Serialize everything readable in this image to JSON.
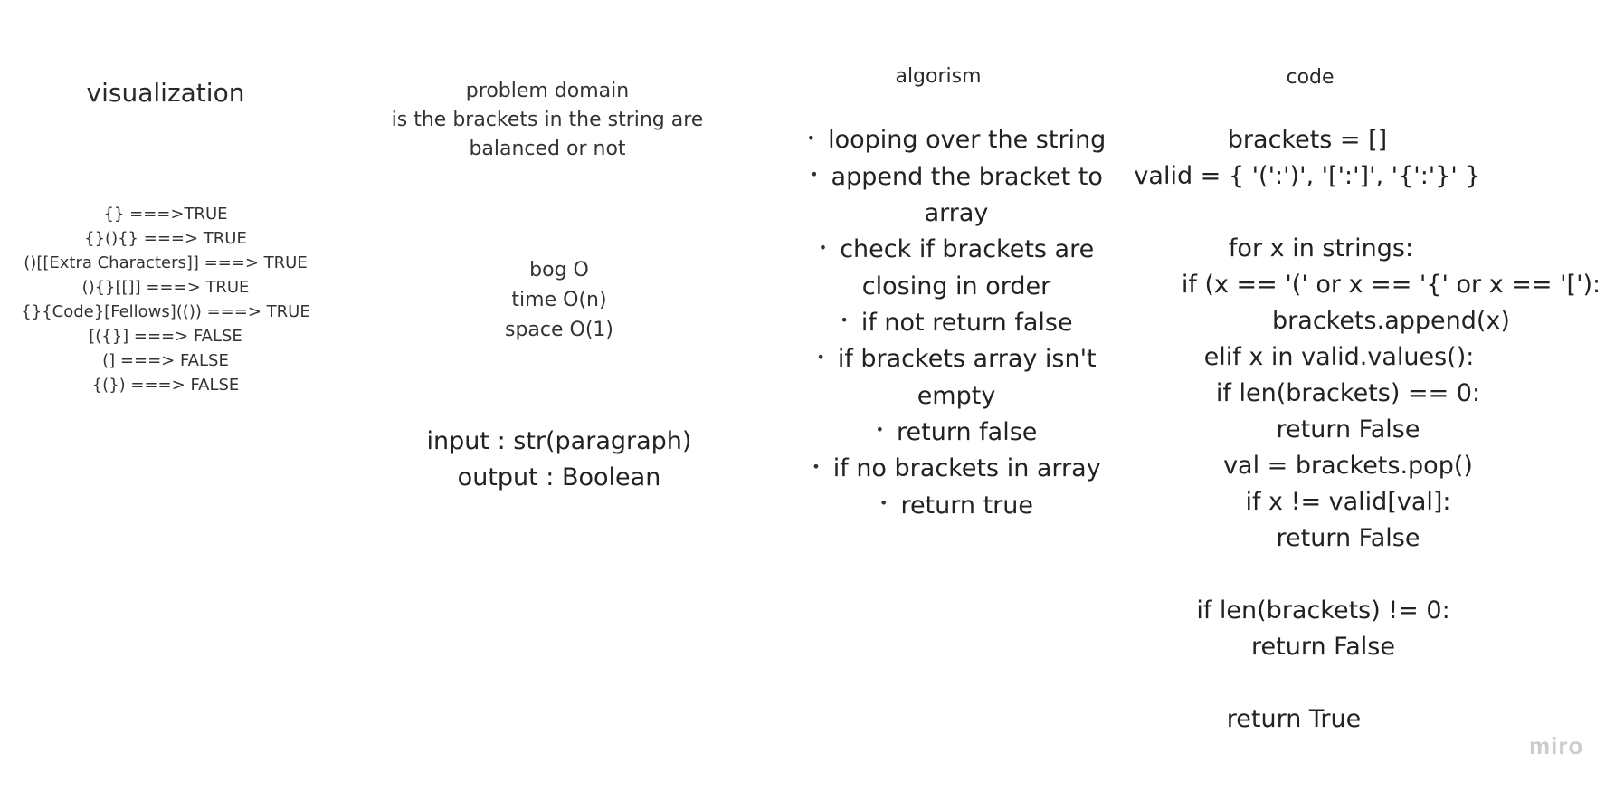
{
  "visualization": {
    "title": "visualization",
    "examples": [
      "{} ===>TRUE",
      "{}(){}  ===>  TRUE",
      "()[[Extra Characters]]  ===>  TRUE",
      "(){}[[]]  ===>  TRUE",
      "{}{Code}[Fellows](())  ===>  TRUE",
      "[({}]  ===>  FALSE",
      "(]  ===>  FALSE",
      "{(})  ===>  FALSE"
    ]
  },
  "problem_domain": {
    "lines": [
      "problem domain",
      "is the brackets in the string are",
      "balanced or not"
    ],
    "big_o": [
      "bog O",
      "time O(n)",
      "space O(1)"
    ],
    "io": [
      "input : str(paragraph)",
      "output : Boolean"
    ]
  },
  "algorithm": {
    "title": "algorism",
    "steps": [
      "looping over the string",
      "append the bracket to array",
      "check if brackets are closing in order",
      "if not return false",
      "if brackets array isn't empty",
      "return false",
      "if no brackets in array",
      "return true"
    ]
  },
  "code": {
    "title": "code",
    "lines": [
      "brackets = []",
      "valid = { '(':')', '[':']', '{':'}' }",
      "",
      "for x in strings:",
      "if (x == '(' or x == '{' or x == '['):",
      "brackets.append(x)",
      "elif x in valid.values():",
      "if len(brackets) == 0:",
      "return False",
      "val = brackets.pop()",
      "if x != valid[val]:",
      "return False",
      "",
      "if len(brackets) != 0:",
      "return False",
      "",
      "return True"
    ]
  },
  "logo": "miro"
}
